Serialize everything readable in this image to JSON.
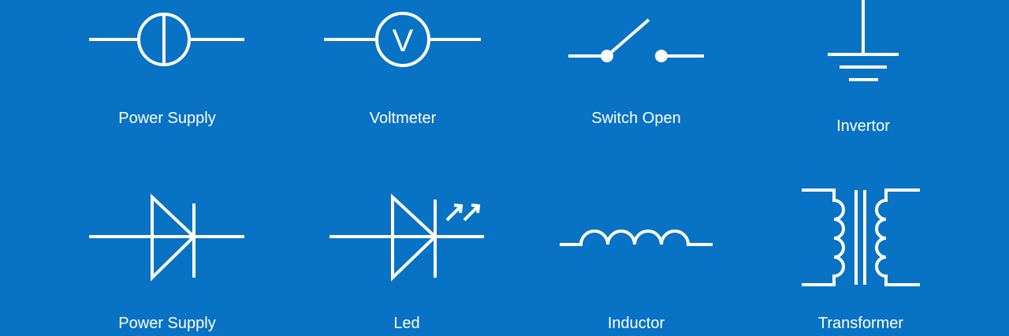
{
  "colors": {
    "background": "#0872c4",
    "symbol_stroke": "#ffffff",
    "label_text": "#ffffff"
  },
  "symbols": [
    {
      "label": "Power Supply"
    },
    {
      "label": "Voltmeter",
      "glyph": "V"
    },
    {
      "label": "Switch Open"
    },
    {
      "label": "Invertor"
    },
    {
      "label": "Power Supply"
    },
    {
      "label": "Led"
    },
    {
      "label": "Inductor"
    },
    {
      "label": "Transformer"
    }
  ]
}
